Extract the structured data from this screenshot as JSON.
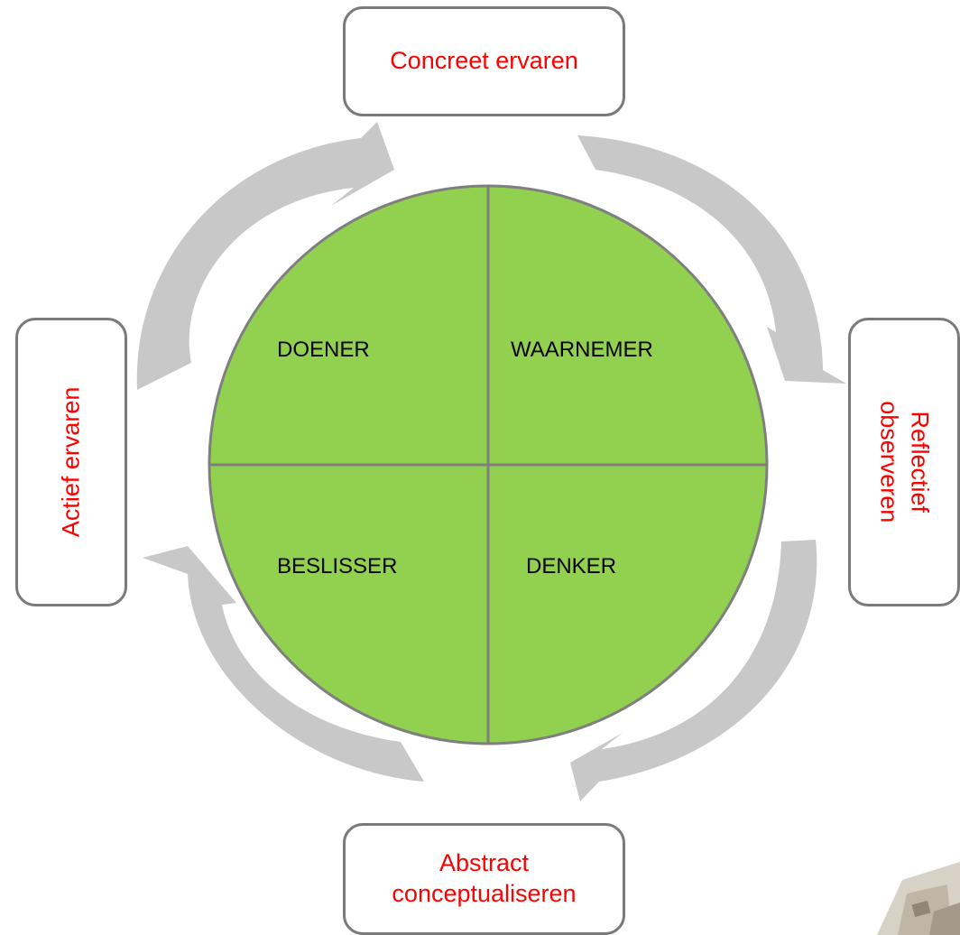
{
  "boxes": {
    "top": "Concreet ervaren",
    "right": [
      "Reflectief",
      "observeren"
    ],
    "bottom": [
      "Abstract",
      "conceptualiseren"
    ],
    "left": "Actief ervaren"
  },
  "quadrants": {
    "top_left": "DOENER",
    "top_right": "WAARNEMER",
    "bottom_left": "BESLISSER",
    "bottom_right": "DENKER"
  },
  "colors": {
    "circle_fill": "#92d050",
    "circle_stroke": "#7f7f7f",
    "arrow_fill": "#c8c8c8",
    "box_text": "#ff0000",
    "box_border": "#7a7a7a"
  }
}
